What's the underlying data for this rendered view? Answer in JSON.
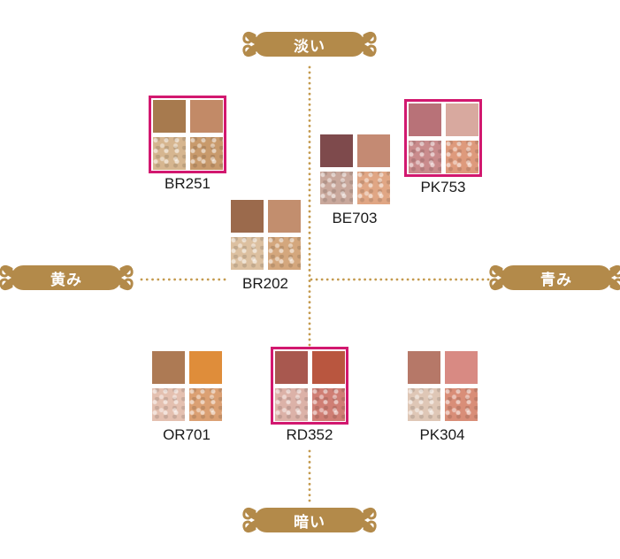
{
  "axes": {
    "top": "淡い",
    "bottom": "暗い",
    "left": "黄み",
    "right": "青み",
    "badge_color": "#b38a4a",
    "dot_color": "#c49a4e"
  },
  "highlight_color": "#d2186f",
  "palettes": [
    {
      "code": "BR251",
      "highlighted": true,
      "cells": [
        "#a77a4e",
        "#c28a67",
        "#d6b690",
        "#c89a6c"
      ]
    },
    {
      "code": "BE703",
      "highlighted": false,
      "cells": [
        "#7e4a4c",
        "#c48a73",
        "#c9a89c",
        "#e0a684"
      ]
    },
    {
      "code": "PK753",
      "highlighted": true,
      "cells": [
        "#b87278",
        "#d8a99f",
        "#c98b8c",
        "#de9a7c"
      ]
    },
    {
      "code": "BR202",
      "highlighted": false,
      "cells": [
        "#9b6a4c",
        "#c28e6e",
        "#dcc0a0",
        "#d4a77d"
      ]
    },
    {
      "code": "OR701",
      "highlighted": false,
      "cells": [
        "#ad7a54",
        "#df8d3a",
        "#e4c0b0",
        "#dba073"
      ]
    },
    {
      "code": "RD352",
      "highlighted": true,
      "cells": [
        "#a8584f",
        "#b9563f",
        "#dcb2a8",
        "#cf7e74"
      ]
    },
    {
      "code": "PK304",
      "highlighted": false,
      "cells": [
        "#b67868",
        "#d88a83",
        "#dfc7b6",
        "#d98e78"
      ]
    }
  ]
}
